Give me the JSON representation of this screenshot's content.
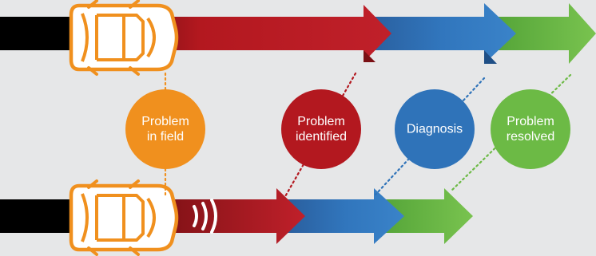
{
  "colors": {
    "background": "#e6e7e8",
    "road": "#000000",
    "in_field": "#f0901e",
    "identified": "#b3181f",
    "diagnosis": "#2f73b9",
    "resolved": "#6cba45",
    "car_outline": "#f0901e"
  },
  "stages": {
    "in_field": {
      "label": "Problem\nin field",
      "color": "#f0901e"
    },
    "identified": {
      "label": "Problem\nidentified",
      "color": "#b3181f"
    },
    "diagnosis": {
      "label": "Diagnosis",
      "color": "#2f73b9"
    },
    "resolved": {
      "label": "Problem\nresolved",
      "color": "#6cba45"
    }
  },
  "icons": {
    "car_top": "car-icon",
    "car_bottom": "car-icon",
    "signal_waves": "signal-waves-icon"
  }
}
